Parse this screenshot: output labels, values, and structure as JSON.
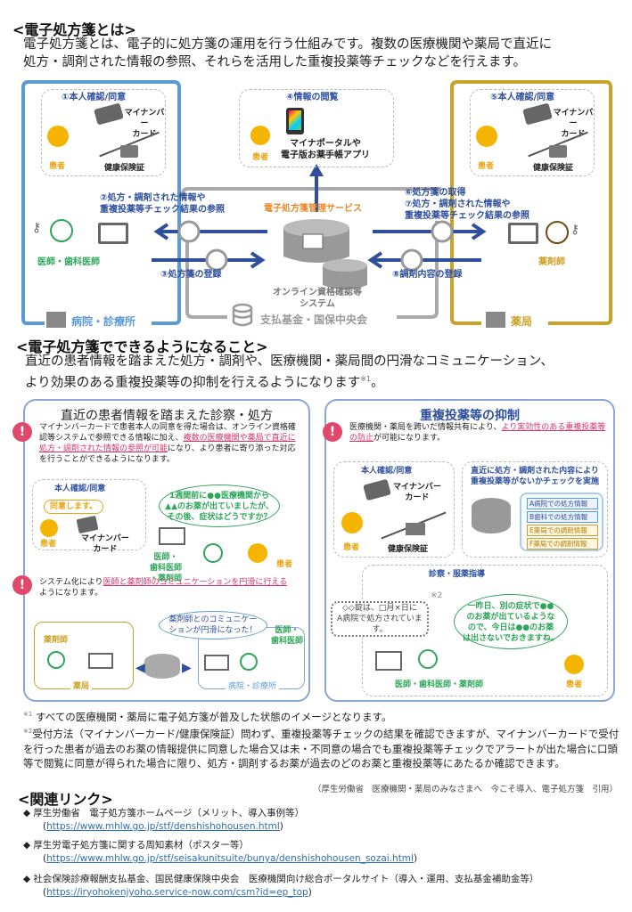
{
  "section1": {
    "heading": "<電子処方箋とは>",
    "para1": "電子処方箋とは、電子的に処方箋の運用を行う仕組みです。複数の医療機関や薬局で直近に",
    "para2": "処方・調剤された情報の参照、それらを活用した重複投薬等チェックなどを行えます。"
  },
  "diagram1": {
    "step1": "①本人確認/同意",
    "step4": "④情報の閲覧",
    "step5": "⑤本人確認/同意",
    "mynumber_card": [
      "マイナンバー",
      "カード"
    ],
    "insurance_card": "健康保険証",
    "patient": "患者",
    "portal": [
      "マイナポータルや",
      "電子版お薬手帳アプリ"
    ],
    "step2": [
      "②処方・調剤された情報や",
      "重複投薬等チェック結果の参照"
    ],
    "step3": "③処方箋の登録",
    "step6": "⑥処方箋の取得",
    "step7": [
      "⑦処方・調剤された情報や",
      "重複投薬等チェック結果の参照"
    ],
    "step8": "⑧調剤内容の登録",
    "service": "電子処方箋管理サービス",
    "online_system": [
      "オンライン資格確認等",
      "システム"
    ],
    "fund": "支払基金・国保中央会",
    "doctor": "医師・歯科医師",
    "pharmacist": "薬剤師",
    "hospital": "病院・診療所",
    "pharmacy": "薬局",
    "colors": {
      "hospital": "#5b9bd5",
      "pharmacy": "#c9a227",
      "arrow": "#2f4f9e",
      "service": "#e6892a"
    }
  },
  "section2": {
    "heading": "<電子処方箋でできるようになること>",
    "para1": "直近の患者情報を踏まえた処方・調剤や、医療機関・薬局間の円滑なコミュニケーション、",
    "para2": "より効果のある重複投薬等の抑制を行えるようになります",
    "para2_sup": "※1",
    "para2_end": "。"
  },
  "panel_left": {
    "title": "直近の患者情報を踏まえた診察・処方",
    "alert1_pre": "マイナンバーカードで患者本人の同意を得た場合は、オンライン資格確認等システムで参照できる情報に加え、",
    "alert1_highlight": "複数の医療機関や薬局で直近に処方・調剤された情報の参照が可能",
    "alert1_post": "になり、より患者に寄り添った対応を行うことができるようになります。",
    "consent_label": "本人確認/同意",
    "consent_bubble": "同意します。",
    "patient": "患者",
    "card": [
      "マイナンバー",
      "カード"
    ],
    "doctor_bubble": [
      "1週間前に●●医療機関から",
      "▲▲のお薬が出ていましたが、",
      "その後、症状はどうですか？"
    ],
    "doctor_label": [
      "医師・",
      "歯科医師",
      "・薬剤師"
    ],
    "patient2": "患者",
    "alert2_pre": "システム化により",
    "alert2_highlight": "医師と薬剤師のコミュニケーションを円滑に行える",
    "alert2_post": "ようになります。",
    "pharmacist": "薬剤師",
    "comm_bubble": [
      "薬剤師とのコミュニケー",
      "ションが円滑になった！"
    ],
    "doctor2": [
      "医師・",
      "歯科医師"
    ],
    "pharmacy": "薬局",
    "hospital": "病院・診療所"
  },
  "panel_right": {
    "title": "重複投薬等の抑制",
    "alert_pre": "医療機関・薬局を跨いだ情報共有により、",
    "alert_highlight": "より実効性のある重複投薬等の防止",
    "alert_post": "が可能になります。",
    "consent_label": "本人確認/同意",
    "card": [
      "マイナンバー",
      "カード"
    ],
    "insurance": "健康保険証",
    "patient": "患者",
    "check_label": [
      "直近に処方・調剤された内容により",
      "重複投薬等がないかチェックを実施"
    ],
    "records": [
      "A病院での処方情報",
      "B歯科での処方情報",
      "E薬局での調剤情報",
      "F薬局での調剤情報"
    ],
    "guidance": "診察・服薬指導",
    "note_mark": "※2",
    "alert_bubble": [
      "◇◇錠は、□月×日に",
      "A病院で処方されています。"
    ],
    "doctor_bubble": [
      "一昨日、別の症状で●●",
      "のお薬が出ているような",
      "ので、今日は●●のお薬",
      "は出さないでおきますね。"
    ],
    "staff": "医師・歯科医師・薬剤師",
    "patient2": "患者"
  },
  "footnotes": {
    "note1_mark": "※1",
    "note1": "すべての医療機関・薬局に電子処方箋が普及した状態のイメージとなります。",
    "note2_mark": "※2",
    "note2": "受付方法（マイナンバーカード/健康保険証）問わず、重複投薬等チェックの結果を確認できますが、マイナンバーカードで受付を行った患者が過去のお薬の情報提供に同意した場合又は未・不同意の場合でも重複投薬等チェックでアラートが出た場合に口頭等で閲覧に同意が得られた場合に限り、処方・調剤するお薬が過去のどのお薬と重複投薬等にあたるか確認できます。",
    "source": "（厚生労働省　医療機関・薬局のみなさまへ　今こそ導入、電子処方箋　引用）"
  },
  "links": {
    "heading": "<関連リンク>",
    "items": [
      {
        "title": "厚生労働省　電子処方箋ホームページ（メリット、導入事例等）",
        "url": "https://www.mhlw.go.jp/stf/denshishohousen.html"
      },
      {
        "title": "厚生労電子処方箋に関する周知素材（ポスター等）",
        "url": "https://www.mhlw.go.jp/stf/seisakunitsuite/bunya/denshishohousen_sozai.html"
      },
      {
        "title": "社会保険診療報酬支払基金、国民健康保険中央会　医療機関向け総合ポータルサイト（導入・運用、支払基金補助金等）",
        "url": "https://iryohokenjyoho.service-now.com/csm?id=ep_top"
      }
    ]
  }
}
